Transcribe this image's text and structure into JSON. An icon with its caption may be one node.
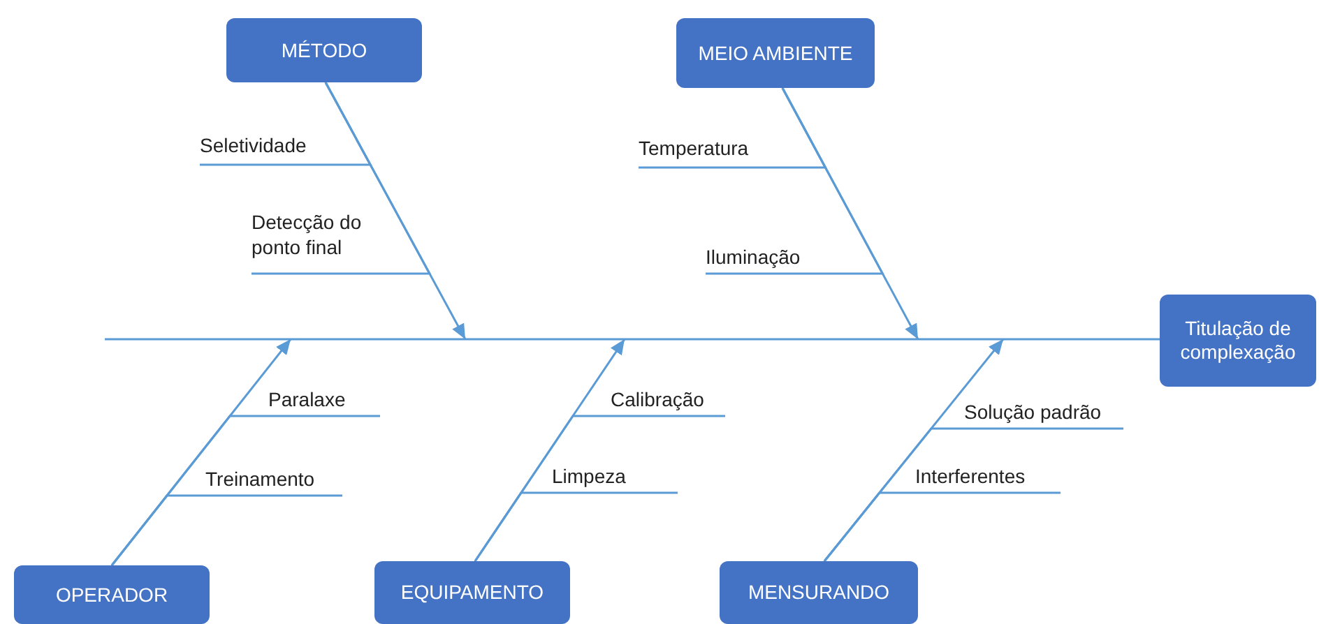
{
  "diagram": {
    "nodes": [
      {
        "text": [
          "MÉTODO"
        ]
      },
      {
        "text": [
          "Seletividade"
        ]
      },
      {
        "text": [
          "Detecção do ponto final"
        ]
      },
      {
        "text": [
          "MEIO AMBIENTE"
        ]
      },
      {
        "text": [
          "Temperatura"
        ]
      },
      {
        "text": [
          "Iluminação"
        ]
      },
      {
        "text": [
          "Titulação de complexação"
        ]
      },
      {
        "text": [
          "Paralaxe"
        ]
      },
      {
        "text": [
          "Treinamento"
        ]
      },
      {
        "text": [
          "Calibração"
        ]
      },
      {
        "text": [
          "Limpeza"
        ]
      },
      {
        "text": [
          "Solução padrão"
        ]
      },
      {
        "text": [
          "Interferentes"
        ]
      },
      {
        "text": [
          "OPERADOR"
        ]
      },
      {
        "text": [
          "EQUIPAMENTO"
        ]
      },
      {
        "text": [
          "MENSURANDO"
        ]
      }
    ],
    "edges": [
      {
        "from": null,
        "to": 6,
        "arrow": "none"
      },
      {
        "from": 0,
        "to": null,
        "arrow": "to"
      },
      {
        "from": 3,
        "to": null,
        "arrow": "to"
      },
      {
        "from": 13,
        "to": null,
        "arrow": "to"
      },
      {
        "from": 14,
        "to": null,
        "arrow": "to"
      },
      {
        "from": 15,
        "to": null,
        "arrow": "to"
      },
      {
        "from": 1,
        "to": 0,
        "arrow": "none"
      },
      {
        "from": 2,
        "to": 0,
        "arrow": "none"
      },
      {
        "from": 4,
        "to": 3,
        "arrow": "none"
      },
      {
        "from": 5,
        "to": 3,
        "arrow": "none"
      },
      {
        "from": 7,
        "to": 13,
        "arrow": "none"
      },
      {
        "from": 8,
        "to": 13,
        "arrow": "none"
      },
      {
        "from": 9,
        "to": 14,
        "arrow": "none"
      },
      {
        "from": 10,
        "to": 14,
        "arrow": "none"
      },
      {
        "from": 11,
        "to": 15,
        "arrow": "none"
      },
      {
        "from": 12,
        "to": 15,
        "arrow": "none"
      }
    ]
  }
}
